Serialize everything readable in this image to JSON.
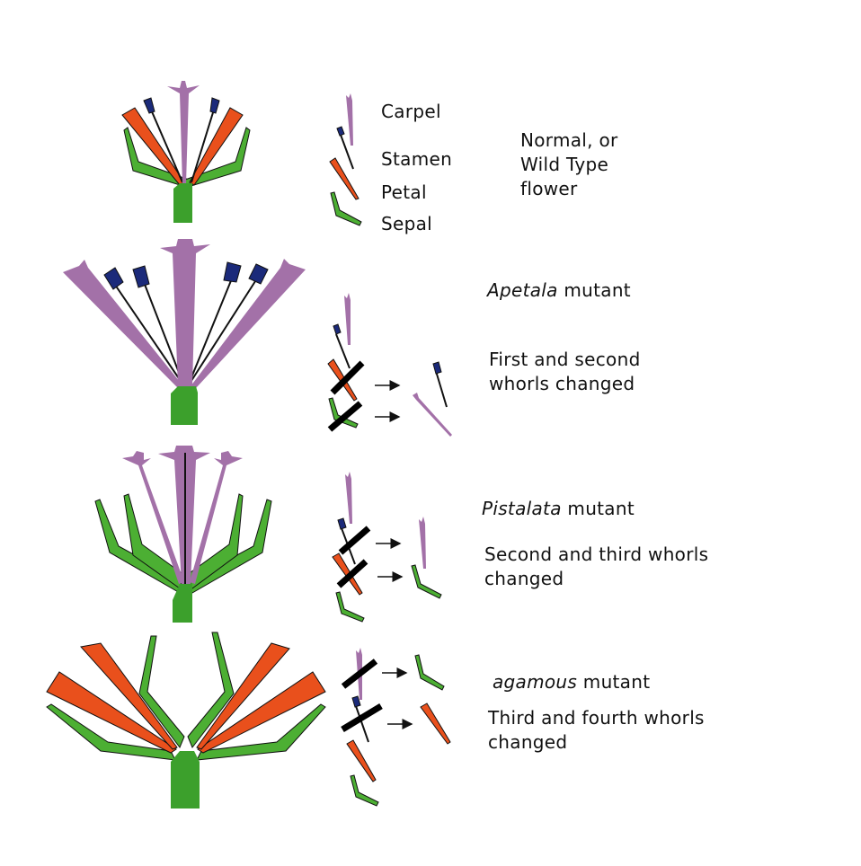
{
  "legend": {
    "carpel": "Carpel",
    "stamen": "Stamen",
    "petal": "Petal",
    "sepal": "Sepal"
  },
  "panels": {
    "wild_type": {
      "caption_line1": "Normal, or",
      "caption_line2": "Wild Type",
      "caption_line3": "flower"
    },
    "apetala": {
      "name": "Apetala",
      "suffix": " mutant",
      "desc_line1": "First and second",
      "desc_line2": "whorls changed"
    },
    "pistalata": {
      "name": "Pistalata",
      "suffix": " mutant",
      "desc_line1": "Second and third whorls",
      "desc_line2": "changed"
    },
    "agamous": {
      "name": "agamous",
      "suffix": " mutant",
      "desc_line1": "Third and fourth whorls",
      "desc_line2": "changed"
    }
  },
  "colors": {
    "carpel": "#a371a8",
    "stamen_tip": "#1b2a7a",
    "petal": "#e9501c",
    "sepal": "#4caf33",
    "stem": "#3ca02c",
    "outline": "#111111"
  }
}
